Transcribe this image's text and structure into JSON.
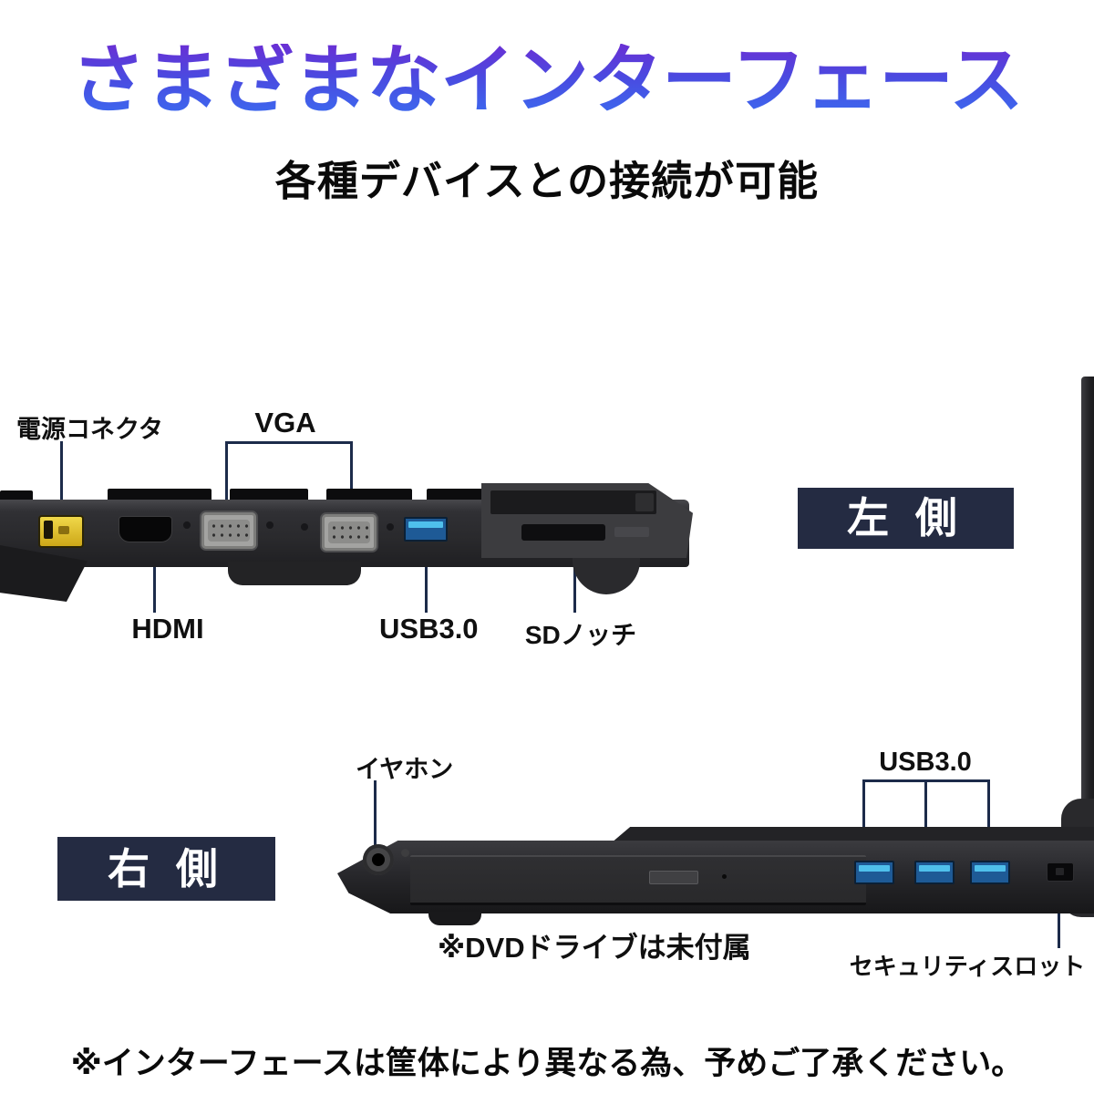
{
  "page": {
    "title": "さまざまなインターフェース",
    "subtitle": "各種デバイスとの接続が可能",
    "footer_note": "※インターフェースは筐体により異なる為、予めご了承ください。"
  },
  "left_view": {
    "badge_label": "左 側",
    "callouts": {
      "power": "電源コネクタ",
      "vga": "VGA",
      "hdmi": "HDMI",
      "usb": "USB3.0",
      "sd": "SDノッチ"
    }
  },
  "right_view": {
    "badge_label": "右 側",
    "callouts": {
      "earphone": "イヤホン",
      "usb": "USB3.0",
      "security": "セキュリティスロット"
    },
    "dvd_note": "※DVDドライブは未付属"
  },
  "colors": {
    "title_gradient_top": "#6a2fd4",
    "title_gradient_bottom": "#3b6cf0",
    "badge_background": "#242b42",
    "badge_text": "#ffffff",
    "callout_line": "#1c2b4a",
    "label_text": "#101010",
    "usb_port_blue": "#1e5a96",
    "usb_inner_blue": "#4fc0ec",
    "power_connector_yellow": "#e3c22e",
    "laptop_body_dark": "#2a2a2d"
  }
}
